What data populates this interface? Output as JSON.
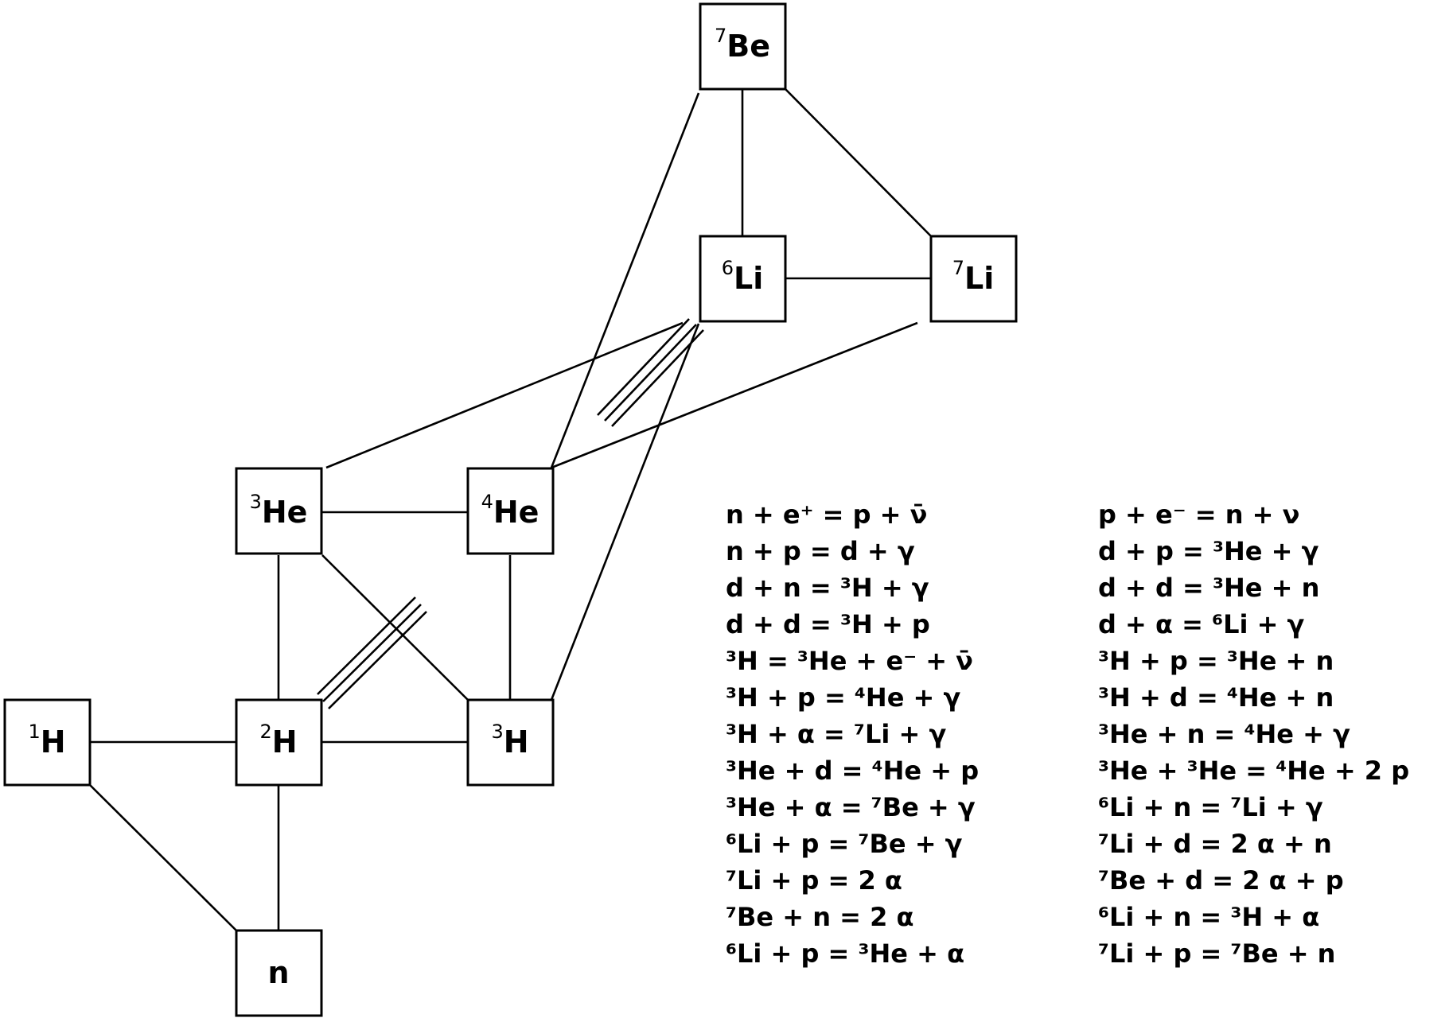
{
  "nodes": [
    {
      "id": "be7",
      "sup": "7",
      "symbol": "Be"
    },
    {
      "id": "li6",
      "sup": "6",
      "symbol": "Li"
    },
    {
      "id": "li7",
      "sup": "7",
      "symbol": "Li"
    },
    {
      "id": "he3",
      "sup": "3",
      "symbol": "He"
    },
    {
      "id": "he4",
      "sup": "4",
      "symbol": "He"
    },
    {
      "id": "h1",
      "sup": "1",
      "symbol": "H"
    },
    {
      "id": "h2",
      "sup": "2",
      "symbol": "H"
    },
    {
      "id": "h3",
      "sup": "3",
      "symbol": "H"
    },
    {
      "id": "n",
      "sup": "",
      "symbol": "n"
    }
  ],
  "reactions": {
    "left": [
      "n + e⁺ = p + ν̄",
      "n + p = d + γ",
      "d + n = ³H + γ",
      "d + d = ³H + p",
      "³H = ³He + e⁻ + ν̄",
      "³H + p = ⁴He + γ",
      "³H + α = ⁷Li + γ",
      "³He + d = ⁴He + p",
      "³He + α = ⁷Be + γ",
      "⁶Li + p = ⁷Be + γ",
      "⁷Li + p = 2 α",
      "⁷Be + n = 2 α",
      "⁶Li + p = ³He + α"
    ],
    "right": [
      "p + e⁻ = n + ν",
      "d + p = ³He + γ",
      "d + d = ³He + n",
      "d + α = ⁶Li + γ",
      "³H + p = ³He + n",
      "³H + d = ⁴He + n",
      "³He + n = ⁴He + γ",
      "³He + ³He = ⁴He + 2 p",
      "⁶Li + n = ⁷Li + γ",
      "⁷Li + d = 2 α + n",
      "⁷Be + d = 2 α + p",
      "⁶Li + n = ³H + α",
      "⁷Li + p = ⁷Be + n"
    ]
  }
}
